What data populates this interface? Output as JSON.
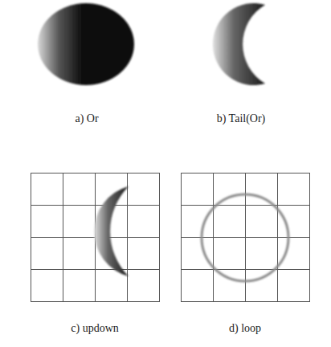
{
  "diagram": {
    "labels": [
      "a) Or",
      "b) Tail(Or)",
      "c) updown",
      "d) loop"
    ]
  }
}
